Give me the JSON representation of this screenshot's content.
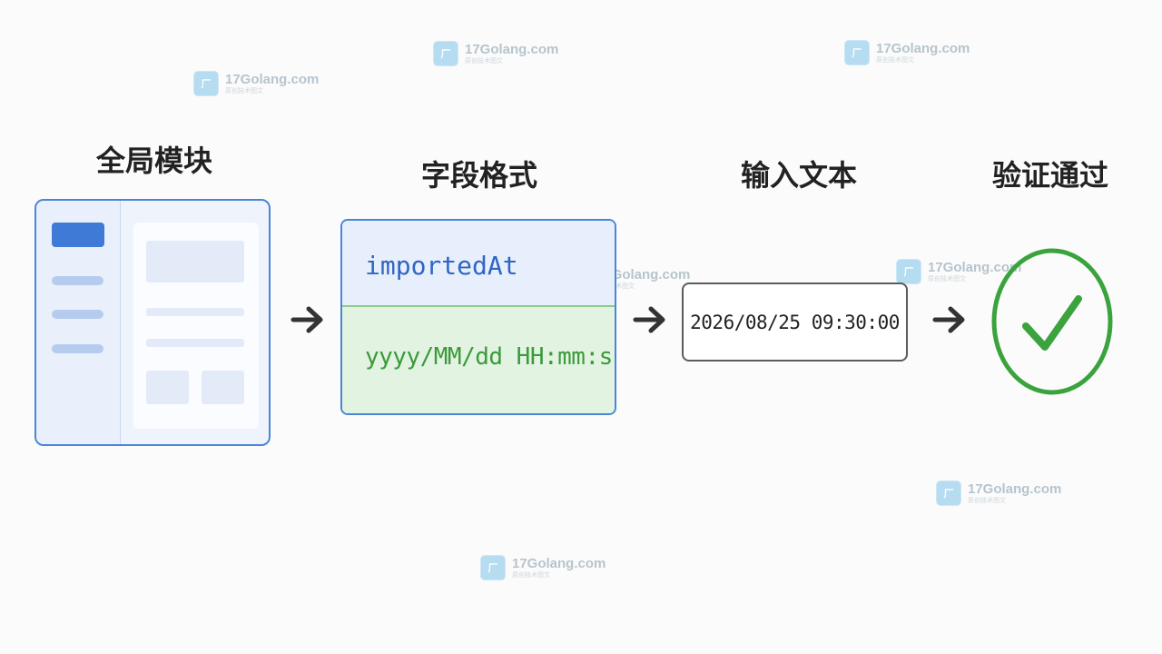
{
  "steps": [
    {
      "title": "全局模块"
    },
    {
      "title": "字段格式"
    },
    {
      "title": "输入文本"
    },
    {
      "title": "验证通过"
    }
  ],
  "field": {
    "name": "importedAt",
    "format": "yyyy/MM/dd HH:mm:ss"
  },
  "input": {
    "value": "2026/08/25 09:30:00"
  },
  "watermark": {
    "logo": "hand-drawn-logo-icon",
    "main": "17Golang.com",
    "sub": "原创技术图文"
  },
  "colors": {
    "accent_blue": "#4a86d8",
    "format_green": "#3b9a3c",
    "check_green": "#3aa33d",
    "arrow": "#333333"
  }
}
